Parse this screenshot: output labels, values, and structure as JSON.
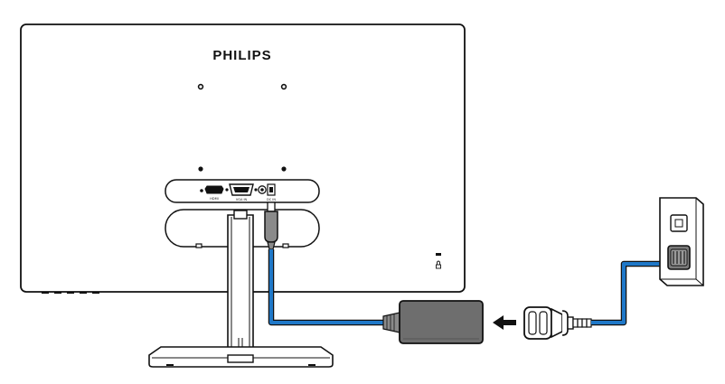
{
  "brand": "PHILIPS",
  "ports": {
    "left_label": "HDMI",
    "middle_label": "VGA IN",
    "right_label": "DC IN"
  },
  "colors": {
    "cable": "#1f78c8",
    "outline": "#111111",
    "adapter_fill": "#6e6e6e",
    "plug_grey": "#8a8a8a",
    "arrow": "#111111"
  },
  "icons": {
    "arrow": "arrow-left-icon",
    "lock": "kensington-lock-icon"
  }
}
